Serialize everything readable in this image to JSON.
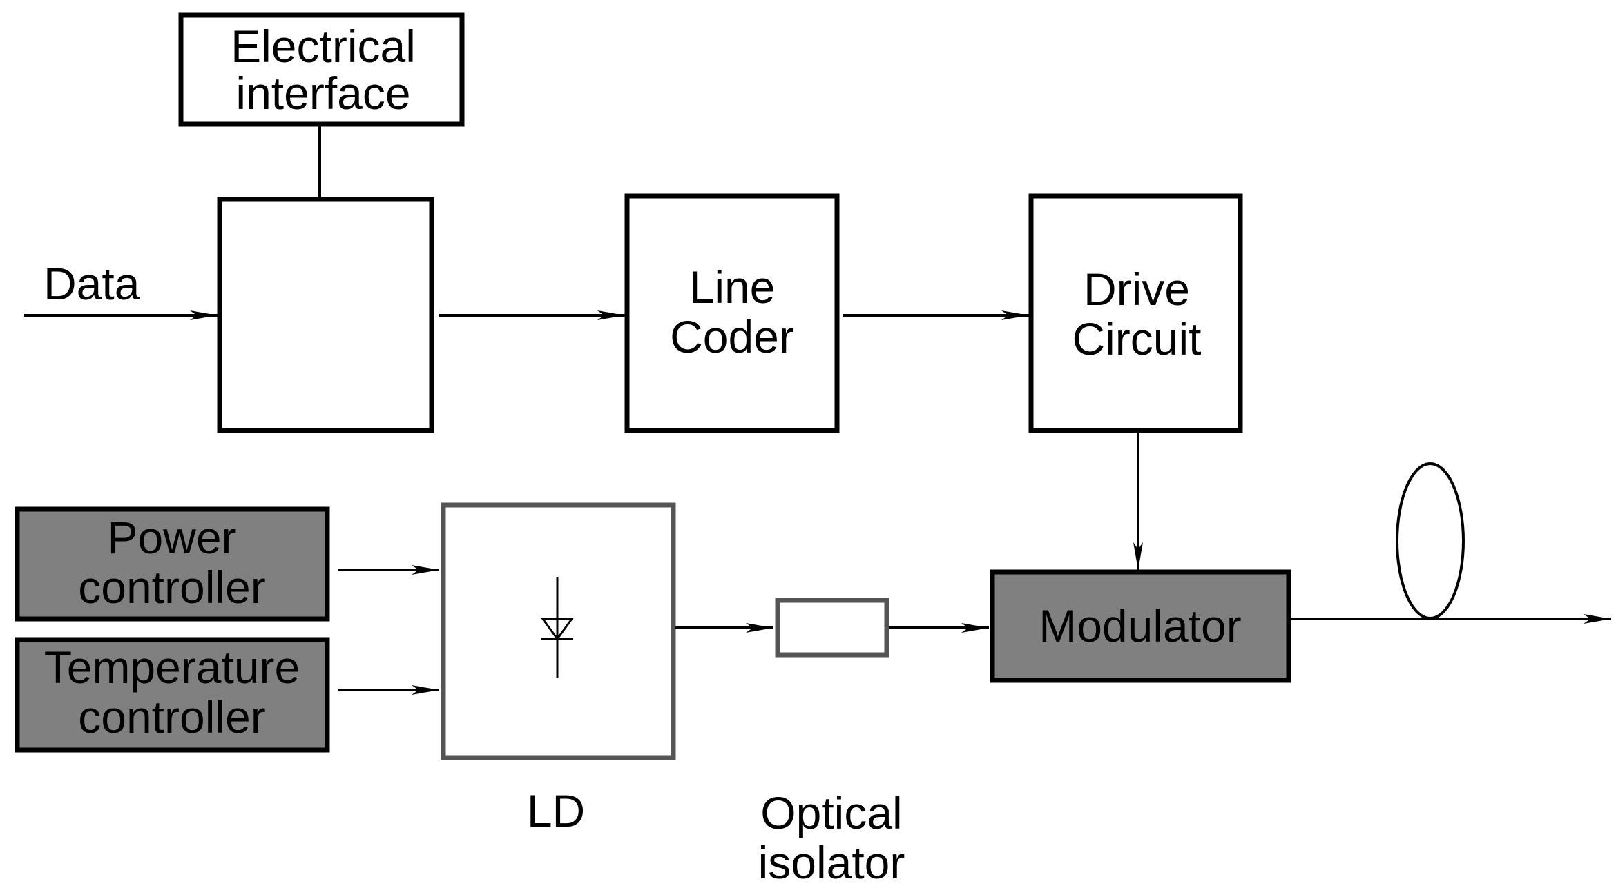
{
  "labels": {
    "electrical_interface": [
      "Electrical",
      "interface"
    ],
    "data": "Data",
    "line_coder": [
      "Line",
      "Coder"
    ],
    "drive_circuit": [
      "Drive",
      "Circuit"
    ],
    "power_controller": [
      "Power",
      "controller"
    ],
    "temperature_controller": [
      "Temperature",
      "controller"
    ],
    "modulator": "Modulator",
    "ld": "LD",
    "optical_isolator": [
      "Optical",
      "isolator"
    ]
  },
  "colors": {
    "line": "#000000",
    "gray_fill": "#808080",
    "ld_border": "#555555",
    "background": "#ffffff"
  }
}
